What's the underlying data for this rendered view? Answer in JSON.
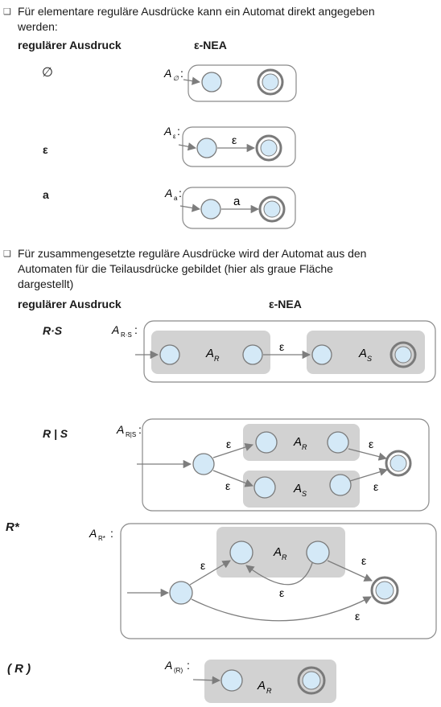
{
  "bullet1": {
    "mark": "❑",
    "text_line1": "Für elementare reguläre Ausdrücke kann ein Automat direkt angegeben",
    "text_line2": "werden:"
  },
  "table1": {
    "col_expr": "regulärer Ausdruck",
    "col_nea": "ε-NEA",
    "rows": [
      {
        "expr": "∅",
        "auto_name": "A",
        "auto_sub": "∅",
        "edge_label": ""
      },
      {
        "expr": "ε",
        "auto_name": "A",
        "auto_sub": "ε",
        "edge_label": "ε"
      },
      {
        "expr": "a",
        "auto_name": "A",
        "auto_sub": "a",
        "edge_label": "a"
      }
    ]
  },
  "bullet2": {
    "mark": "❑",
    "text_line1": "Für zusammengesetzte reguläre Ausdrücke wird der Automat aus den",
    "text_line2": "Automaten für die Teilausdrücke gebildet (hier als graue Fläche",
    "text_line3": "dargestellt)"
  },
  "table2": {
    "col_expr": "regulärer Ausdruck",
    "col_nea": "ε-NEA",
    "concat": {
      "expr": "R·S",
      "auto_name": "A",
      "auto_sub": "R·S",
      "left_box": "A",
      "left_sub": "R",
      "right_box": "A",
      "right_sub": "S",
      "edge": "ε"
    },
    "union": {
      "expr": "R | S",
      "auto_name": "A",
      "auto_sub": "R|S",
      "top_box": "A",
      "top_sub": "R",
      "bottom_box": "A",
      "bottom_sub": "S",
      "edge": "ε"
    },
    "star": {
      "expr": "R*",
      "auto_name": "A",
      "auto_sub": "R*",
      "box": "A",
      "box_sub": "R",
      "edge": "ε"
    },
    "paren": {
      "expr": "( R )",
      "auto_name": "A",
      "auto_sub": "(R)",
      "box": "A",
      "box_sub": "R"
    }
  },
  "colors": {
    "state_fill": "#d4e9f7",
    "state_stroke": "#7a7a7a",
    "gray_area": "#d2d2d2",
    "frame": "#8a8a8a",
    "arrow": "#7d7d7d"
  }
}
